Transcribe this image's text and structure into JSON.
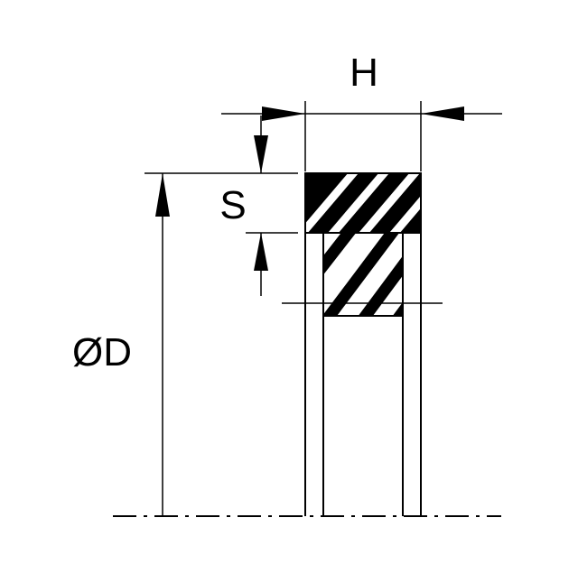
{
  "labels": {
    "width": "H",
    "section": "S",
    "diameter": "ØD"
  },
  "colors": {
    "ink": "#000000",
    "background": "#ffffff"
  }
}
